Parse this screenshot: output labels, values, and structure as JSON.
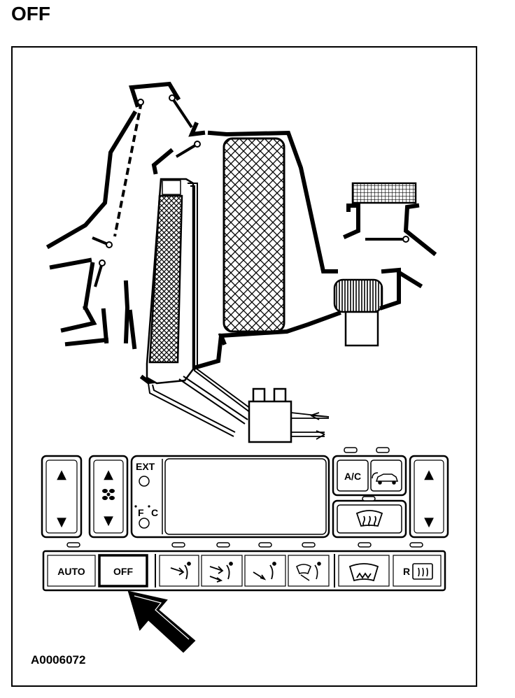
{
  "title": "OFF",
  "reference_id": "A0006072",
  "control_panel": {
    "buttons": {
      "ext": "EXT",
      "f": "F",
      "c": "C",
      "ac": "A/C",
      "auto": "AUTO",
      "off": "OFF",
      "rear_defrost": "R"
    },
    "arrow_up": "▲",
    "arrow_down": "▼",
    "selected_button": "off"
  }
}
